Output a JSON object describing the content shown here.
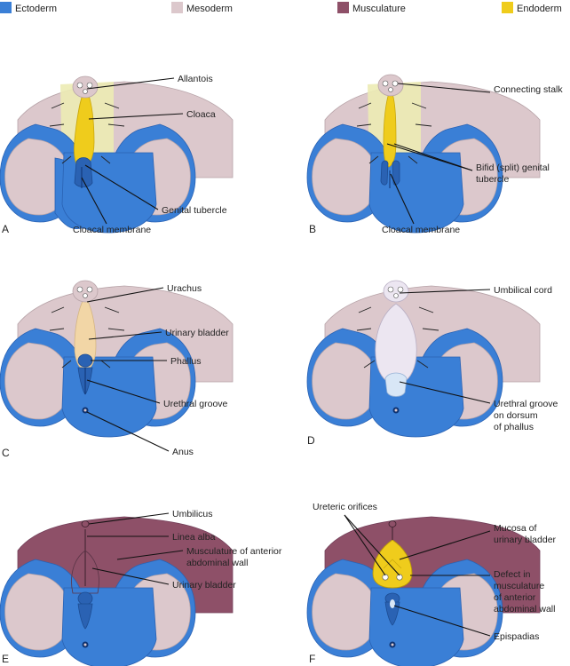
{
  "legend": [
    {
      "label": "Ectoderm",
      "color": "#3a7fd6"
    },
    {
      "label": "Mesoderm",
      "color": "#dcc8cc"
    },
    {
      "label": "Musculature",
      "color": "#8e5068"
    },
    {
      "label": "Endoderm",
      "color": "#efcc1c"
    }
  ],
  "colors": {
    "ectoderm": "#3a7fd6",
    "ectoderm_dark": "#2a62b3",
    "mesoderm": "#dcc8cc",
    "musculature": "#8e5068",
    "endoderm": "#efcc1c",
    "endoderm_light": "#ecebb4",
    "bladder_c": "#f2d6a6",
    "bladder_d": "#ece6f1"
  },
  "panels": {
    "A": {
      "letter": "A",
      "labels": {
        "allantois": "Allantois",
        "cloaca": "Cloaca",
        "genital_tubercle": "Genital tubercle",
        "cloacal_membrane": "Cloacal membrane"
      }
    },
    "B": {
      "letter": "B",
      "labels": {
        "connecting_stalk": "Connecting stalk",
        "bifid_line1": "Bifid (split) genital",
        "bifid_line2": "tubercle",
        "cloacal_membrane": "Cloacal membrane"
      }
    },
    "C": {
      "letter": "C",
      "labels": {
        "urachus": "Urachus",
        "urinary_bladder": "Urinary bladder",
        "phallus": "Phallus",
        "urethral_groove": "Urethral groove",
        "anus": "Anus"
      }
    },
    "D": {
      "letter": "D",
      "labels": {
        "umbilical_cord": "Umbilical cord",
        "groove_line1": "Urethral groove",
        "groove_line2": "on dorsum",
        "groove_line3": "of phallus"
      }
    },
    "E": {
      "letter": "E",
      "labels": {
        "umbilicus": "Umbilicus",
        "linea_alba": "Linea alba",
        "musc_line1": "Musculature of anterior",
        "musc_line2": "abdominal wall",
        "urinary_bladder": "Urinary bladder"
      }
    },
    "F": {
      "letter": "F",
      "labels": {
        "ureteric_orifices": "Ureteric orifices",
        "mucosa_line1": "Mucosa of",
        "mucosa_line2": "urinary bladder",
        "defect_line1": "Defect in",
        "defect_line2": "musculature",
        "defect_line3": "of anterior",
        "defect_line4": "abdominal wall",
        "epispadias": "Epispadias"
      }
    }
  }
}
